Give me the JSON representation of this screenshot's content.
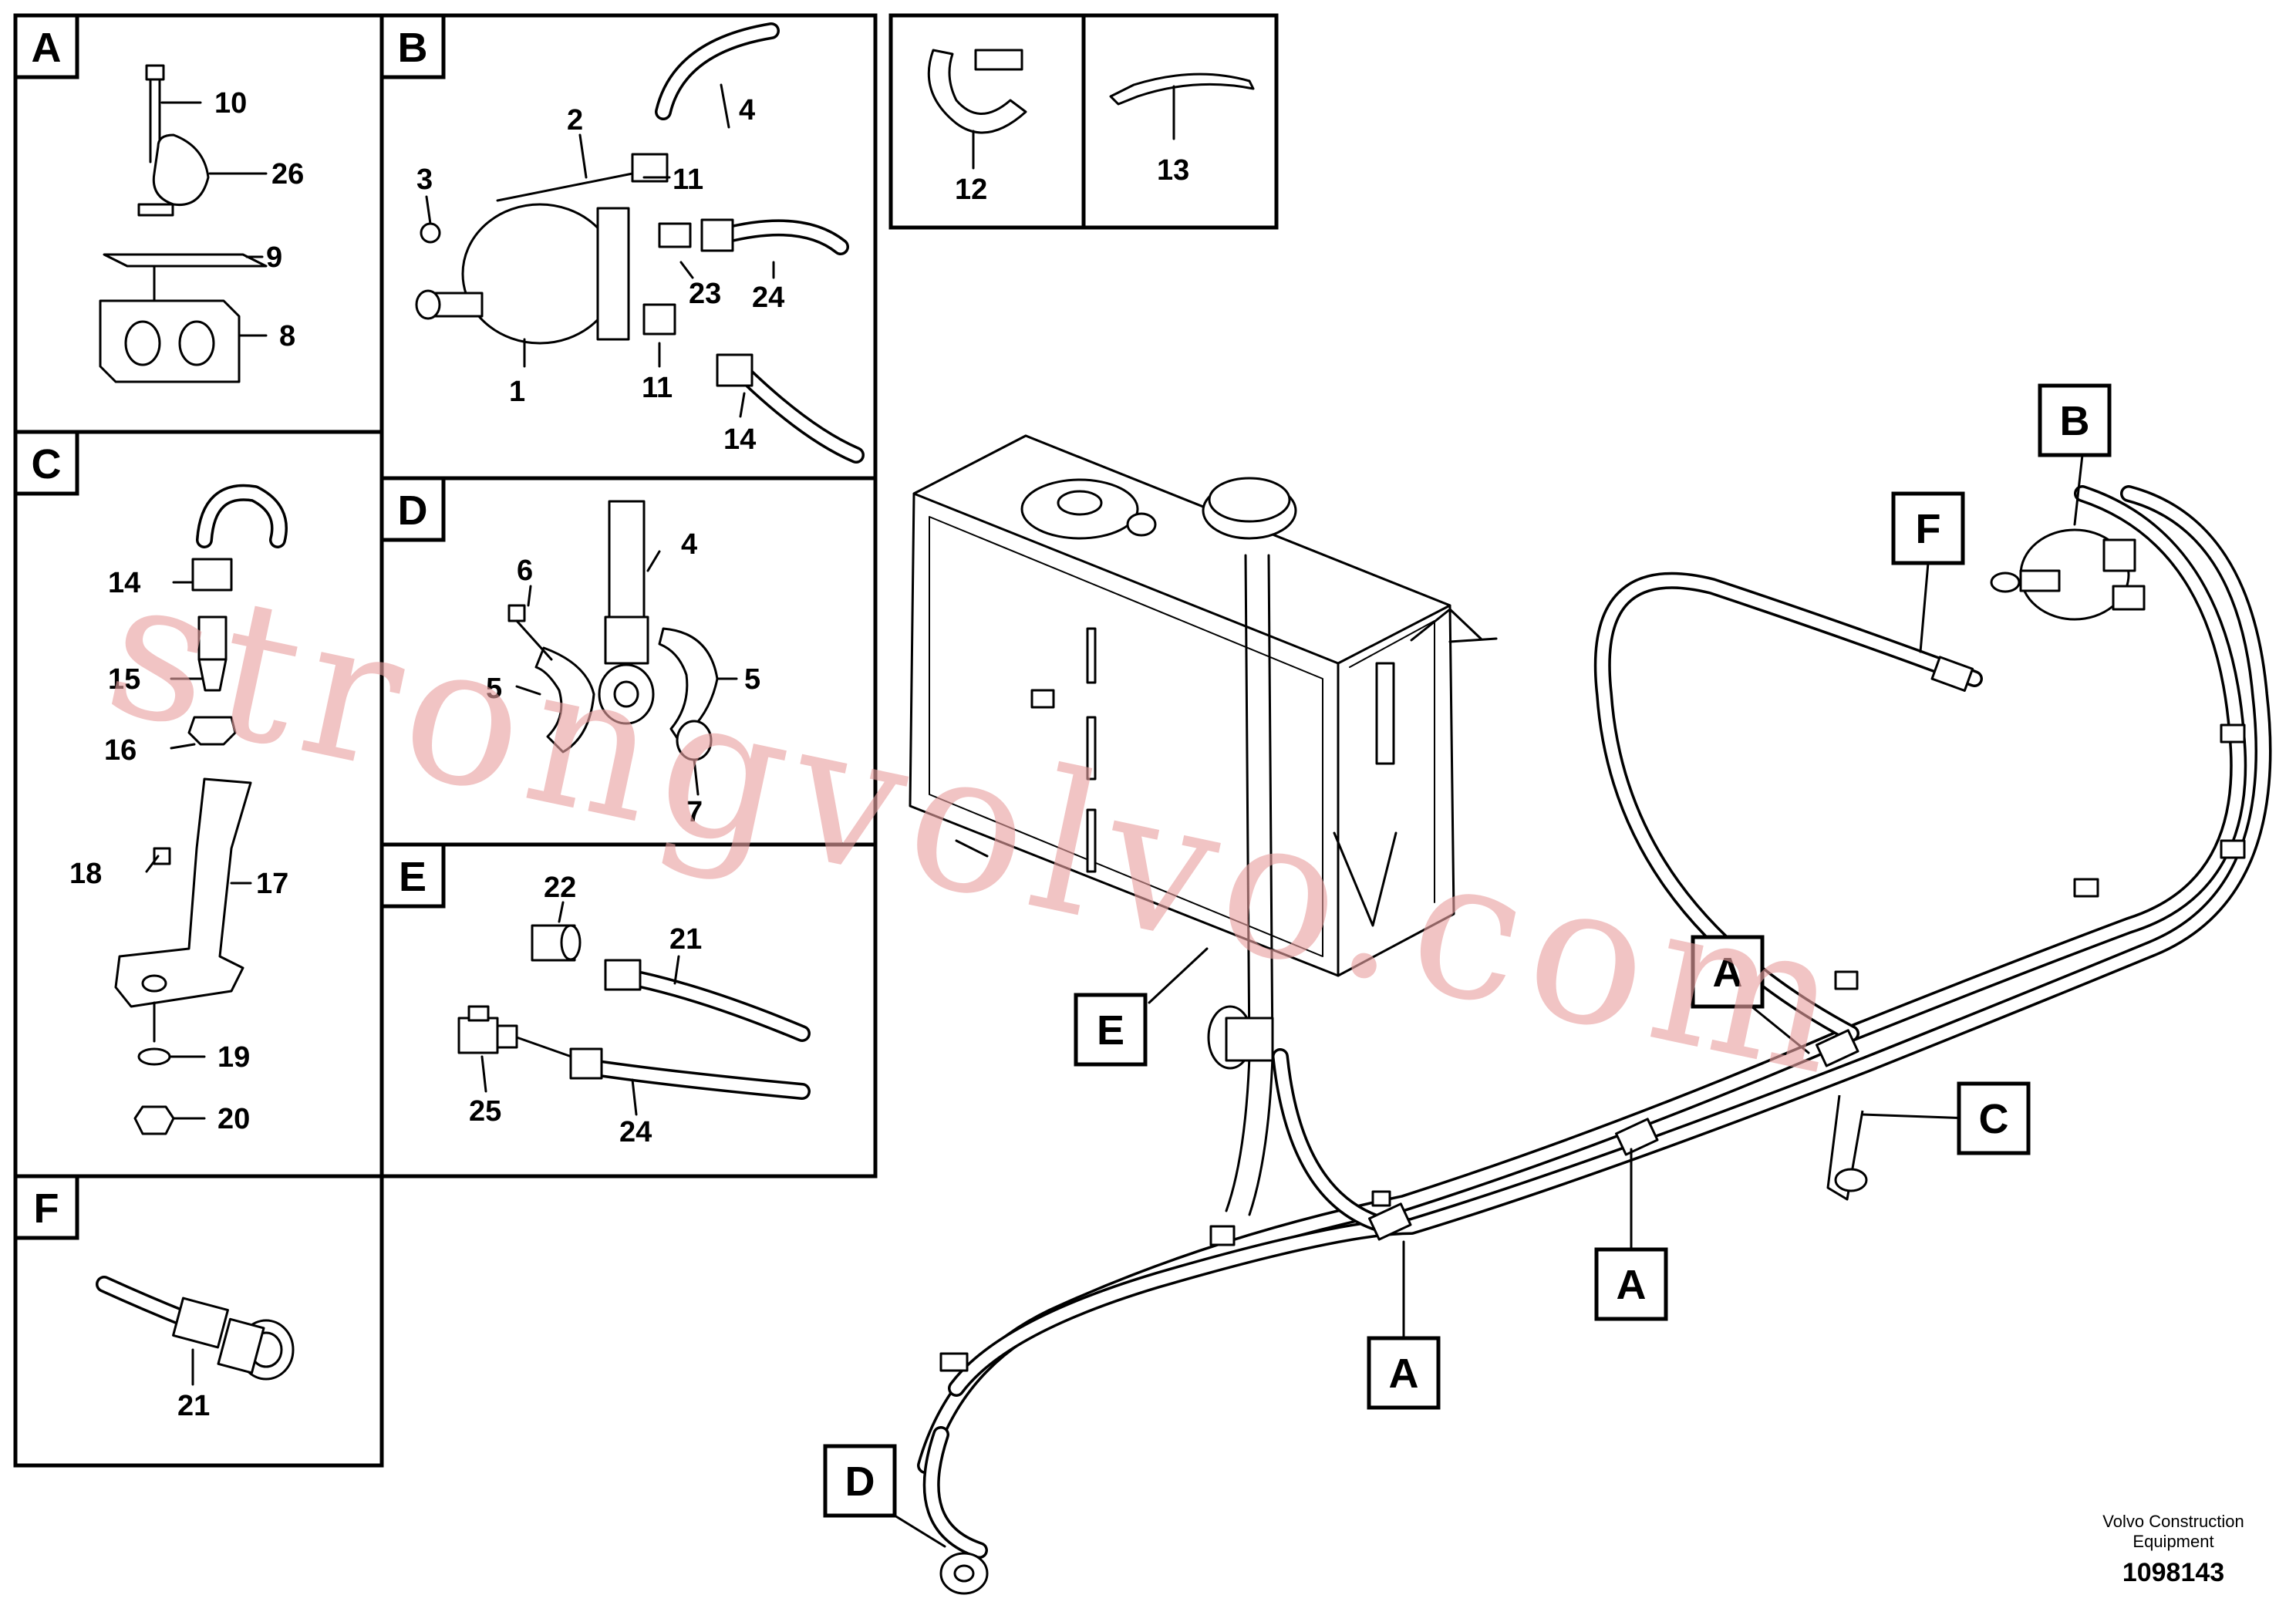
{
  "panels": {
    "a": {
      "letter": "A",
      "parts": [
        "10",
        "26",
        "9",
        "8"
      ]
    },
    "b": {
      "letter": "B",
      "parts": [
        "2",
        "4",
        "3",
        "11",
        "23",
        "24",
        "1",
        "11",
        "14"
      ]
    },
    "c": {
      "letter": "C",
      "parts": [
        "14",
        "15",
        "16",
        "18",
        "17",
        "19",
        "20"
      ]
    },
    "d": {
      "letter": "D",
      "parts": [
        "4",
        "6",
        "5",
        "5",
        "7"
      ]
    },
    "e": {
      "letter": "E",
      "parts": [
        "22",
        "21",
        "25",
        "24"
      ]
    },
    "f": {
      "letter": "F",
      "parts": [
        "21"
      ]
    },
    "g": {
      "parts": [
        "12"
      ]
    },
    "h": {
      "parts": [
        "13"
      ]
    }
  },
  "callouts": [
    "B",
    "F",
    "A",
    "C",
    "A",
    "A",
    "E",
    "D"
  ],
  "watermark": "strongvolvo.com",
  "footer": {
    "brand_line1": "Volvo Construction",
    "brand_line2": "Equipment",
    "doc_number": "1098143"
  },
  "colors": {
    "ink": "#000000",
    "paper": "#ffffff",
    "watermark": "#e8a0a0"
  }
}
